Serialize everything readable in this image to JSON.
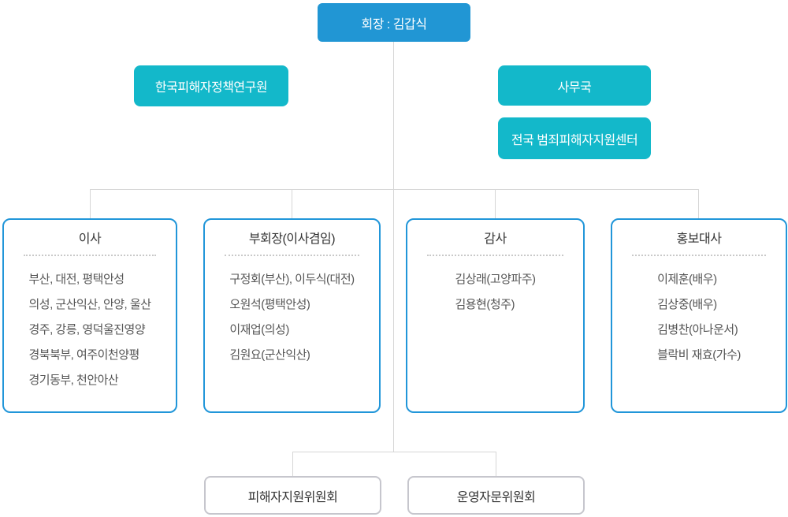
{
  "palette": {
    "chairman_blue": "#2196d4",
    "branch_cyan": "#13b8ca",
    "panel_border_blue": "#2196d9",
    "connector_gray": "#d6d6d6",
    "committee_border_gray": "#c6c6cd",
    "title_text": "#333333",
    "member_text": "#555555"
  },
  "chairman": {
    "label": "회장 : 김갑식"
  },
  "left_branch": {
    "label": "한국피해자정책연구원"
  },
  "right_branch": [
    {
      "label": "사무국"
    },
    {
      "label": "전국 범죄피해자지원센터"
    }
  ],
  "panels": [
    {
      "title": "이사",
      "members": [
        "부산, 대전, 평택안성",
        "의성, 군산익산, 안양, 울산",
        "경주, 강릉, 영덕울진영양",
        "경북북부, 여주이천양평",
        "경기동부, 천안아산"
      ]
    },
    {
      "title": "부회장(이사겸임)",
      "members": [
        "구정회(부산), 이두식(대전)",
        "오원석(평택안성)",
        "이재업(의성)",
        "김원요(군산익산)"
      ]
    },
    {
      "title": "감사",
      "members": [
        "김상래(고양파주)",
        "김용현(청주)"
      ]
    },
    {
      "title": "홍보대사",
      "members": [
        "이제훈(배우)",
        "김상중(배우)",
        "김병찬(아나운서)",
        "블락비 재효(가수)"
      ]
    }
  ],
  "committees": [
    {
      "label": "피해자지원위원회"
    },
    {
      "label": "운영자문위원회"
    }
  ]
}
